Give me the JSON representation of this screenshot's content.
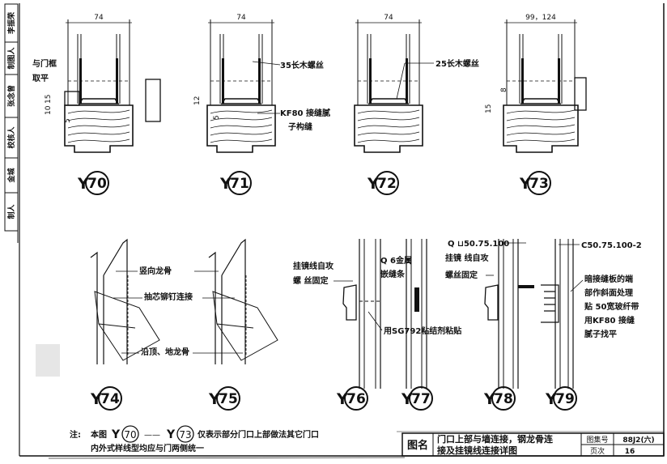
{
  "side_strip": [
    "李振荣",
    "制图人",
    "张念曾",
    "校核人",
    "金城",
    "制人"
  ],
  "details_top": [
    {
      "id": "70",
      "dim": "74",
      "labels": [
        "与门框",
        "取平"
      ],
      "dims_small": [
        "15",
        "10",
        "5"
      ]
    },
    {
      "id": "71",
      "dim": "74",
      "labels": [
        "35长木螺丝",
        "KF80 接缝腻",
        "子构缝"
      ],
      "dims_small": [
        "12",
        "5"
      ]
    },
    {
      "id": "72",
      "dim": "74",
      "labels": [
        "25长木螺丝"
      ]
    },
    {
      "id": "73",
      "dim": "99，124",
      "dims_small": [
        "8",
        "15"
      ]
    }
  ],
  "details_bottom": {
    "y74_labels": [
      "竖向龙骨",
      "抽芯铆钉连接",
      "沿顶、地龙骨"
    ],
    "y76_labels": [
      "挂镜线自攻",
      "螺 丝固定",
      "Q 6金属",
      "嵌缝条",
      "用SG792粘结剂粘贴"
    ],
    "y78_labels": [
      "Q ⊔50.75.100",
      "挂镜 线自攻",
      "螺丝固定",
      "C50.75.100-2",
      "暗接缝板的端",
      "部作斜面处理",
      "贴 50宽玻纤带",
      "用KF80  接缝",
      "腻子找平"
    ],
    "refs": [
      "74",
      "75",
      "76",
      "77",
      "78",
      "79"
    ]
  },
  "ref_prefix": "Y",
  "note": {
    "label": "注:",
    "line1_a": "本图",
    "ref_a": "70",
    "dash": "——",
    "ref_b": "73",
    "line1_b": "仅表示部分门口上部做法其它门口",
    "line2": "内外式样线型均应与门两侧统一"
  },
  "title_block": {
    "name_label": "图名",
    "title_line1": "门口上部与墙连接，钢龙骨连",
    "title_line2": "接及挂镜线连接详图",
    "atlas_label": "图集号",
    "atlas_value": "88J2(六)",
    "page_label": "页次",
    "page_value": "16"
  }
}
